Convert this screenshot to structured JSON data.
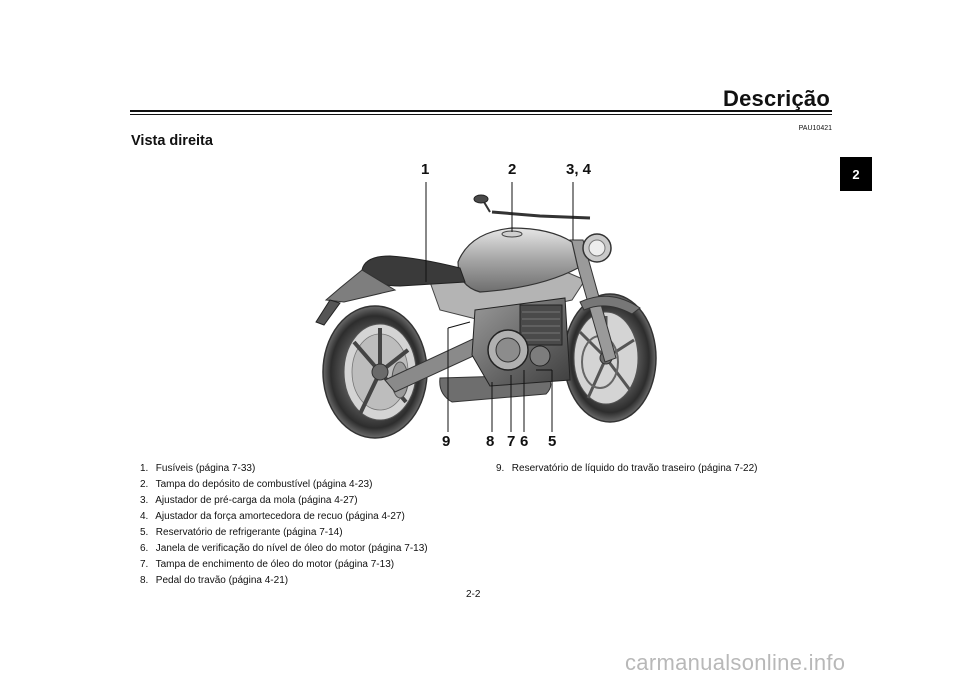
{
  "header": {
    "title": "Descrição"
  },
  "chapter_tab": "2",
  "doc_code": "PAU10421",
  "section_title": "Vista direita",
  "callouts": {
    "c1": "1",
    "c2": "2",
    "c34": "3, 4",
    "c9": "9",
    "c8": "8",
    "c7": "7",
    "c6": "6",
    "c5": "5"
  },
  "items": [
    {
      "num": "1.",
      "text": "Fusíveis (página 7-33)"
    },
    {
      "num": "2.",
      "text": "Tampa do depósito de combustível (página 4-23)"
    },
    {
      "num": "3.",
      "text": "Ajustador de pré-carga da mola (página 4-27)"
    },
    {
      "num": "4.",
      "text": "Ajustador da força amortecedora de recuo (página 4-27)"
    },
    {
      "num": "5.",
      "text": "Reservatório de refrigerante (página 7-14)"
    },
    {
      "num": "6.",
      "text": "Janela de verificação do nível de óleo do motor (página 7-13)"
    },
    {
      "num": "7.",
      "text": "Tampa de enchimento de óleo do motor (página 7-13)"
    },
    {
      "num": "8.",
      "text": "Pedal do travão (página 4-21)"
    },
    {
      "num": "9.",
      "text": "Reservatório de líquido do travão traseiro (página 7-22)"
    }
  ],
  "page_number": "2-2",
  "watermark": "carmanualsonline.info"
}
